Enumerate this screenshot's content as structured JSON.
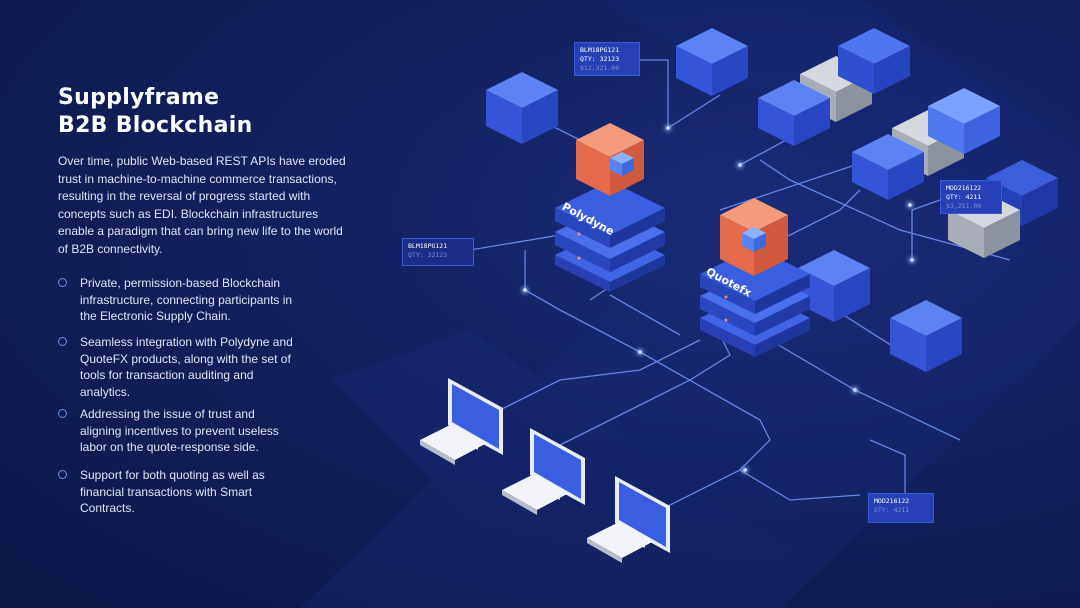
{
  "title": {
    "line1": "Supplyframe",
    "line2": "B2B Blockchain"
  },
  "intro": "Over time, public Web-based REST APIs have eroded trust in machine-to-machine commerce transactions, resulting in the reversal of progress started with concepts such as EDI. Blockchain infrastructures enable a paradigm that can bring new life to the world of B2B connectivity.",
  "features": [
    "Private, permission-based Blockchain infrastructure, connecting participants in the Electronic Supply Chain.",
    "Seamless integration with Polydyne and QuoteFX products, along with the set of tools for transaction auditing and analytics.",
    "Addressing the issue of trust and aligning incentives to prevent useless labor on the quote-response side.",
    "Support for both quoting as well as financial transactions with Smart Contracts."
  ],
  "nodes": {
    "polydyne": "Polydyne",
    "quotefx": "Quotefx"
  },
  "labels": {
    "top": {
      "line1": "BLM18PG121",
      "line2": "QTY: 32123",
      "line3": "$12,321.00"
    },
    "left": {
      "line1": "BLM18PG121",
      "line2": "QTY: 32123"
    },
    "right": {
      "line1": "MOD216122",
      "line2": "QTY: 4211",
      "line3": "$3,251.00"
    },
    "bottom": {
      "line1": "MOD216122",
      "line2": "QTY: 4211"
    }
  },
  "colors": {
    "accent": "#2f5de0",
    "node": "#f07a5c",
    "background": "#12205f"
  }
}
